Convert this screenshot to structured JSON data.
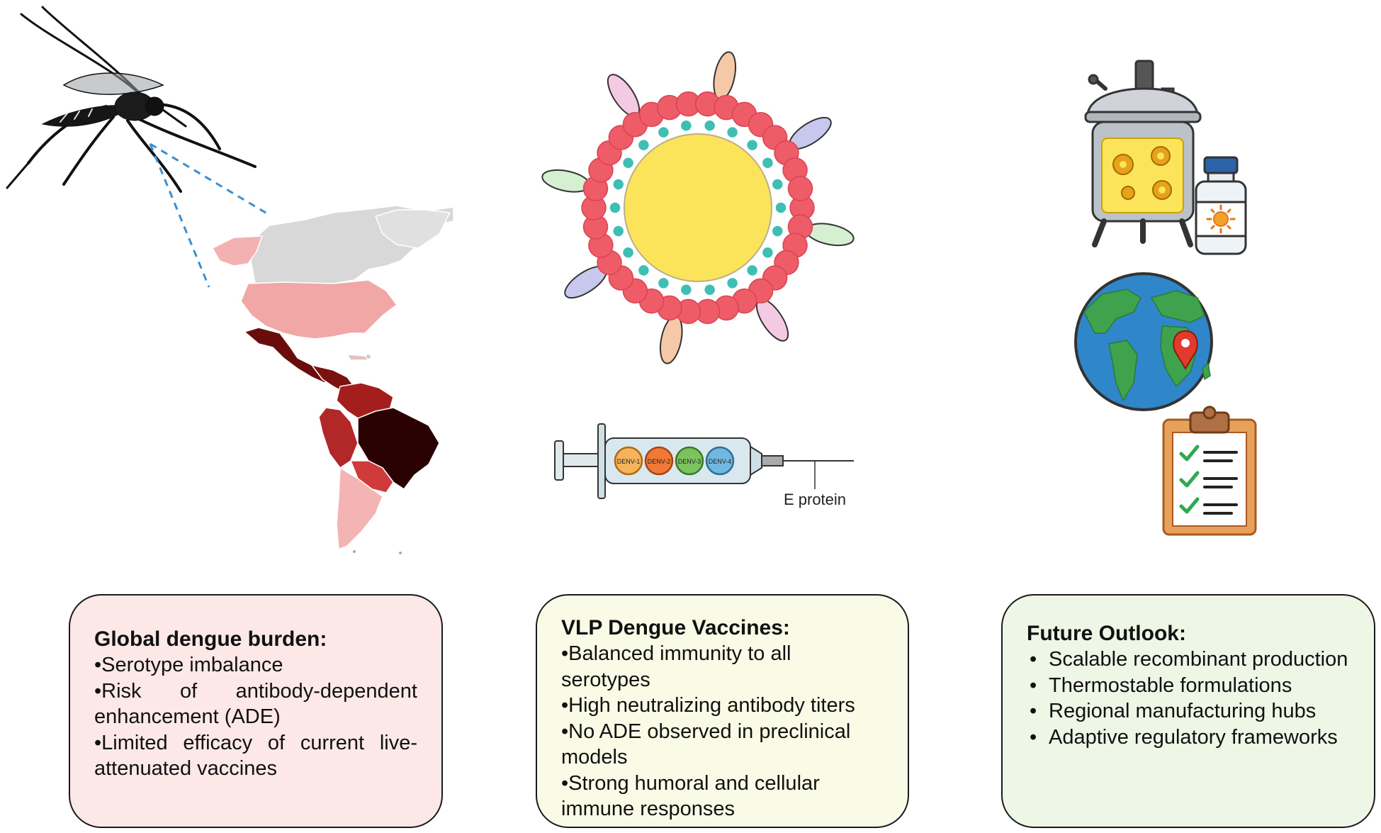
{
  "illustrations": {
    "mosquito_icon": "mosquito-icon",
    "americas_map_icon": "americas-dengue-map",
    "vlp_icon": "virus-like-particle-icon",
    "syringe_icon": "syringe-icon",
    "bioreactor_icon": "bioreactor-icon",
    "vial_icon": "vaccine-vial-icon",
    "globe_icon": "globe-icon",
    "location_pin_icon": "location-pin-icon",
    "clipboard_icon": "clipboard-checklist-icon"
  },
  "syringe": {
    "chambers": [
      "DENV-1",
      "DENV-2",
      "DENV-3",
      "DENV-4"
    ],
    "needle_label": "E protein"
  },
  "colors": {
    "panel_burden_bg": "#fde8e8",
    "panel_vlp_bg": "#fafbe6",
    "panel_outlook_bg": "#eef6e6",
    "map_light": "#f2a7a7",
    "map_mid": "#c33b3b",
    "map_dark": "#5a0b0b",
    "map_darkest": "#2a0202",
    "vlp_outer": "#ee5c68",
    "vlp_inner": "#3fbfb4",
    "vlp_core": "#fbe35a"
  },
  "panels": {
    "burden": {
      "title": "Global dengue burden:",
      "items": [
        "•Serotype imbalance",
        "•Risk of antibody-dependent enhancement (ADE)",
        "•Limited efficacy of current live-attenuated vaccines"
      ]
    },
    "vlp": {
      "title": "VLP Dengue Vaccines:",
      "items": [
        "•Balanced immunity to all serotypes",
        "•High neutralizing antibody titers",
        "•No ADE observed in preclinical models",
        "•Strong humoral and cellular immune responses"
      ]
    },
    "outlook": {
      "title": "Future Outlook:",
      "items": [
        "Scalable recombinant production",
        "Thermostable formulations",
        "Regional manufacturing hubs",
        "Adaptive regulatory frameworks"
      ]
    }
  }
}
